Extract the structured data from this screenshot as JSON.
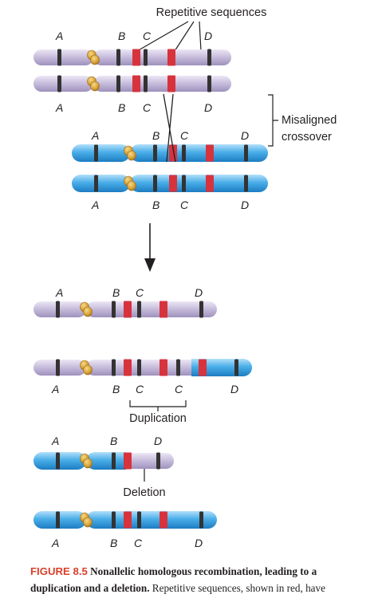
{
  "figure": {
    "labels": {
      "repetitive_sequences": "Repetitive sequences",
      "misaligned": "Misaligned",
      "crossover": "crossover",
      "duplication": "Duplication",
      "deletion": "Deletion"
    },
    "loci": {
      "a": "A",
      "b": "B",
      "c": "C",
      "d": "D"
    },
    "colors": {
      "lavender": "#c7bcdc",
      "blue": "#4aaee8",
      "repeat_red": "#d7333d",
      "band_dark": "#333333",
      "centromere": "#d9a63a",
      "caption_red": "#d9412b"
    },
    "icons": {
      "arrow": "down-arrow-icon",
      "bracket": "bracket-icon"
    }
  },
  "caption": {
    "label": "FIGURE 8.5",
    "title_line1": "Nonallelic homologous recombination, leading to a",
    "title_line2": "duplication and a deletion.",
    "text": "Repetitive sequences, shown in red, have"
  }
}
